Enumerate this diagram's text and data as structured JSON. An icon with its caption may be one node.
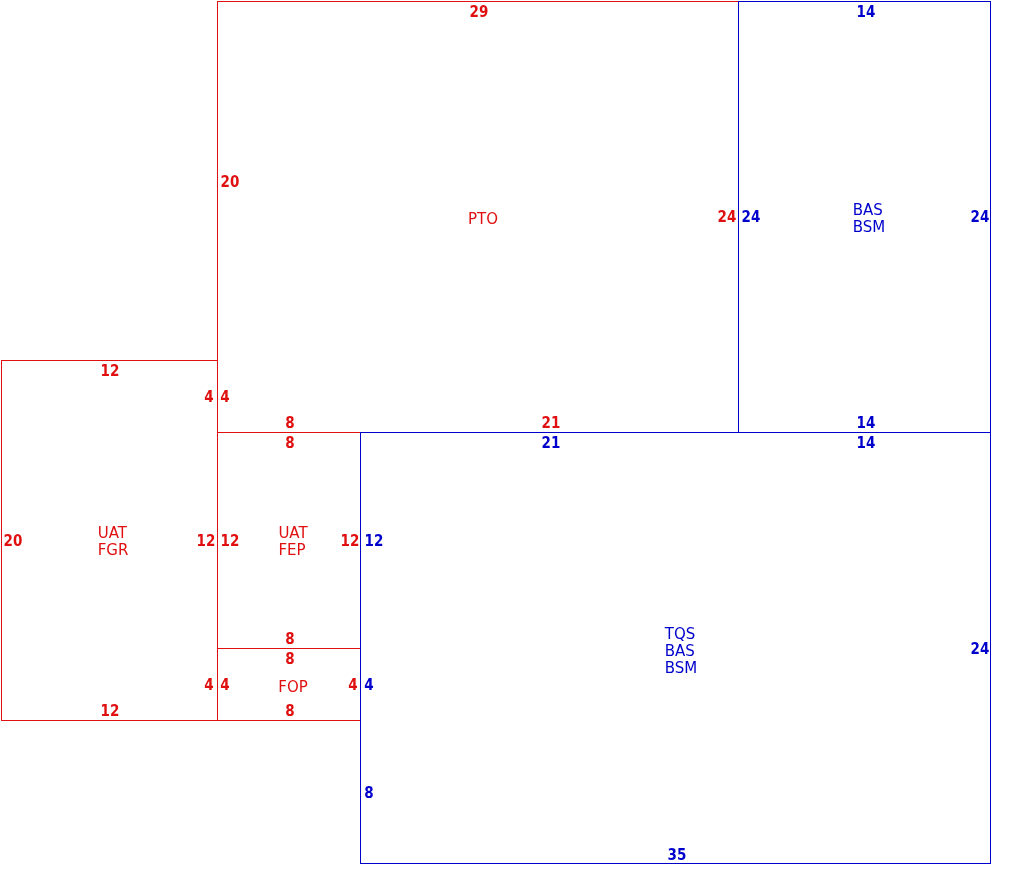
{
  "diagram": {
    "nodes": [
      {
        "text": [
          "PTO",
          "29",
          "20",
          "24",
          "4",
          "8",
          "21"
        ]
      },
      {
        "text": [
          "BAS BSM",
          "14",
          "24",
          "24",
          "14"
        ]
      },
      {
        "text": [
          "UAT FGR",
          "12",
          "20",
          "4",
          "12",
          "4",
          "12"
        ]
      },
      {
        "text": [
          "UAT FEP",
          "8",
          "12",
          "12",
          "8"
        ]
      },
      {
        "text": [
          "FOP",
          "8",
          "4",
          "4",
          "8"
        ]
      },
      {
        "text": [
          "TQS BAS BSM",
          "21",
          "14",
          "12",
          "24",
          "4",
          "8",
          "35"
        ]
      }
    ]
  }
}
